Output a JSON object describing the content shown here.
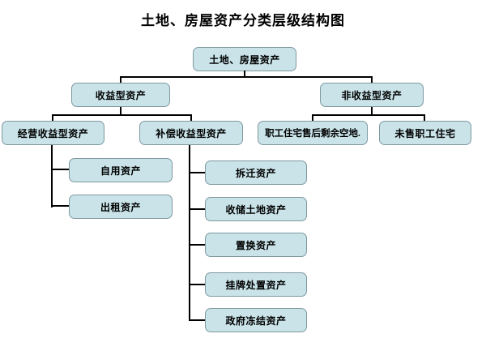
{
  "title": "土地、房屋资产分类层级结构图",
  "diagram_type": "hierarchy-tree",
  "colors": {
    "background": "#ffffff",
    "node_fill": "#c9e3e8",
    "node_border": "#7e99a1",
    "connector": "#000000",
    "text": "#000000"
  },
  "nodes": {
    "root": "土地、房屋资产",
    "income": "收益型资产",
    "non_income": "非收益型资产",
    "operating": "经营收益型资产",
    "compensation": "补偿收益型资产",
    "staff_housing_land": "职工住宅售后剩余空地.",
    "unsold_housing": "未售职工住宅",
    "self_use": "自用资产",
    "rental": "出租资产",
    "demolition": "拆迁资产",
    "land_reserve": "收储土地资产",
    "replacement": "置换资产",
    "listing_disposal": "挂牌处置资产",
    "gov_frozen": "政府冻结资产"
  },
  "hierarchy": {
    "土地、房屋资产": {
      "收益型资产": {
        "经营收益型资产": [
          "自用资产",
          "出租资产"
        ],
        "补偿收益型资产": [
          "拆迁资产",
          "收储土地资产",
          "置换资产",
          "挂牌处置资产",
          "政府冻结资产"
        ]
      },
      "非收益型资产": [
        "职工住宅售后剩余空地.",
        "未售职工住宅"
      ]
    }
  }
}
